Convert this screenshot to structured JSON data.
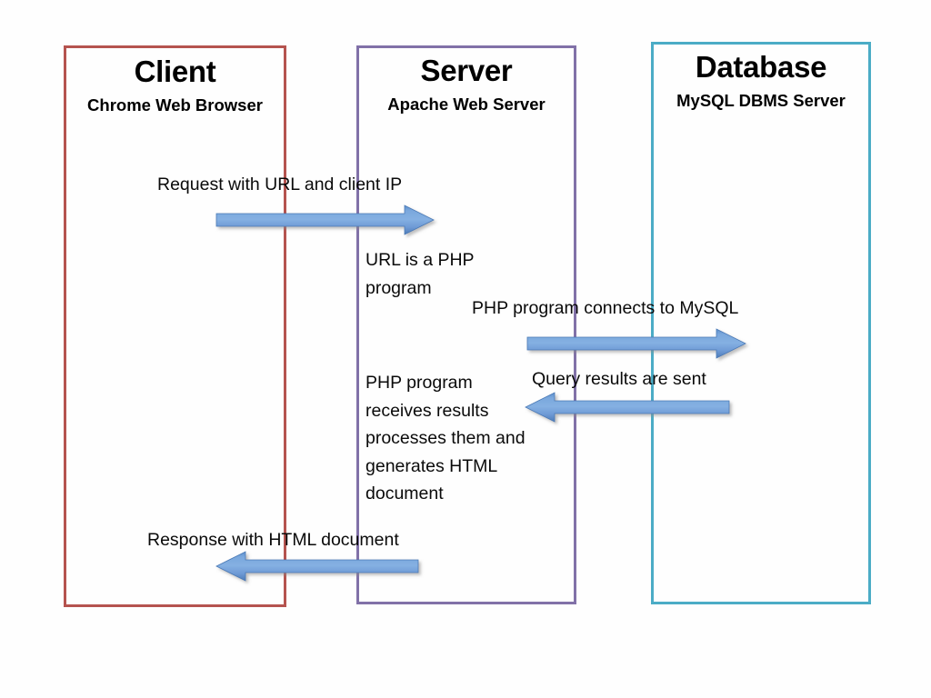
{
  "diagram": {
    "title": "Client / Server / Database request flow",
    "background": "#fefefe",
    "lanes": [
      {
        "id": "client",
        "title": "Client",
        "subtitle": "Chrome Web\nBrowser",
        "border_color": "#b5534f"
      },
      {
        "id": "server",
        "title": "Server",
        "subtitle": "Apache Web\nServer",
        "border_color": "#8171a8"
      },
      {
        "id": "database",
        "title": "Database",
        "subtitle": "MySQL DBMS\nServer",
        "border_color": "#4bacc6"
      }
    ],
    "labels": {
      "request": "Request with URL and client IP",
      "url_is_php": "URL is a PHP\nprogram",
      "connects": "PHP program connects to MySQL",
      "query_results": "Query results are sent",
      "receives": "PHP program\nreceives results\nprocesses them and\ngenerates HTML\ndocument",
      "response": "Response with HTML document"
    },
    "arrows": [
      {
        "id": "request",
        "direction": "right",
        "from": "client",
        "to": "server",
        "color": "#6f9fd8"
      },
      {
        "id": "connects",
        "direction": "right",
        "from": "server",
        "to": "database",
        "color": "#6f9fd8"
      },
      {
        "id": "results",
        "direction": "left",
        "from": "database",
        "to": "server",
        "color": "#6f9fd8"
      },
      {
        "id": "response",
        "direction": "left",
        "from": "server",
        "to": "client",
        "color": "#6f9fd8"
      }
    ]
  }
}
